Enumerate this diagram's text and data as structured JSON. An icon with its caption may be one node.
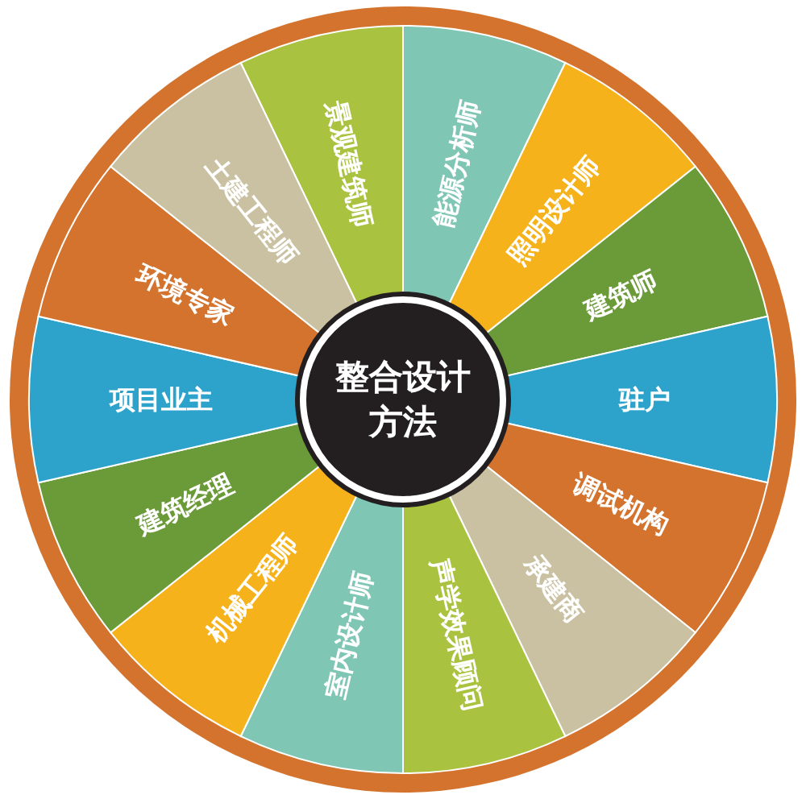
{
  "diagram": {
    "nodes": [
      {
        "text": [
          "整合设计方法"
        ]
      },
      {
        "text": [
          "景观建筑师"
        ]
      },
      {
        "text": [
          "能源分析师"
        ]
      },
      {
        "text": [
          "照明设计师"
        ]
      },
      {
        "text": [
          "建筑师"
        ]
      },
      {
        "text": [
          "驻户"
        ]
      },
      {
        "text": [
          "调试机构"
        ]
      },
      {
        "text": [
          "承建商"
        ]
      },
      {
        "text": [
          "声学效果顾问"
        ]
      },
      {
        "text": [
          "室内设计师"
        ]
      },
      {
        "text": [
          "机械工程师"
        ]
      },
      {
        "text": [
          "建筑经理"
        ]
      },
      {
        "text": [
          "项目业主"
        ]
      },
      {
        "text": [
          "环境专家"
        ]
      },
      {
        "text": [
          "土建工程师"
        ]
      }
    ],
    "edges": []
  }
}
